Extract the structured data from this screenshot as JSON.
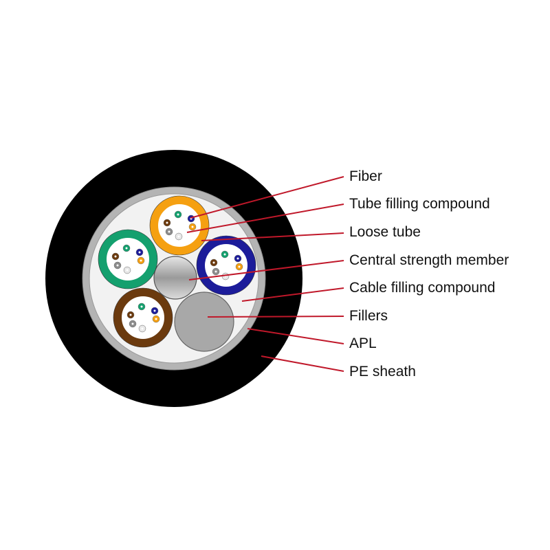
{
  "title": "Optical fiber cable cross-section",
  "labels": [
    {
      "id": "fiber",
      "text": "Fiber"
    },
    {
      "id": "tube-filling-compound",
      "text": "Tube filling compound"
    },
    {
      "id": "loose-tube",
      "text": "Loose tube"
    },
    {
      "id": "central-strength-member",
      "text": "Central strength member"
    },
    {
      "id": "cable-filling-compound",
      "text": "Cable filling compound"
    },
    {
      "id": "fillers",
      "text": "Fillers"
    },
    {
      "id": "apl",
      "text": "APL"
    },
    {
      "id": "pe-sheath",
      "text": "PE sheath"
    }
  ],
  "colors": {
    "sheath": "#000000",
    "apl": "#b4b4b4",
    "filling": "#f2f2f2",
    "leader": "#c0182a",
    "tubes": [
      "#f5a011",
      "#14a06e",
      "#1c1c9a",
      "#6b3a0e"
    ],
    "fibers": [
      "#14a06e",
      "#1c1c9a",
      "#6b3a0e",
      "#f5a011",
      "#8c8c8c",
      "#e8e8e8"
    ]
  }
}
